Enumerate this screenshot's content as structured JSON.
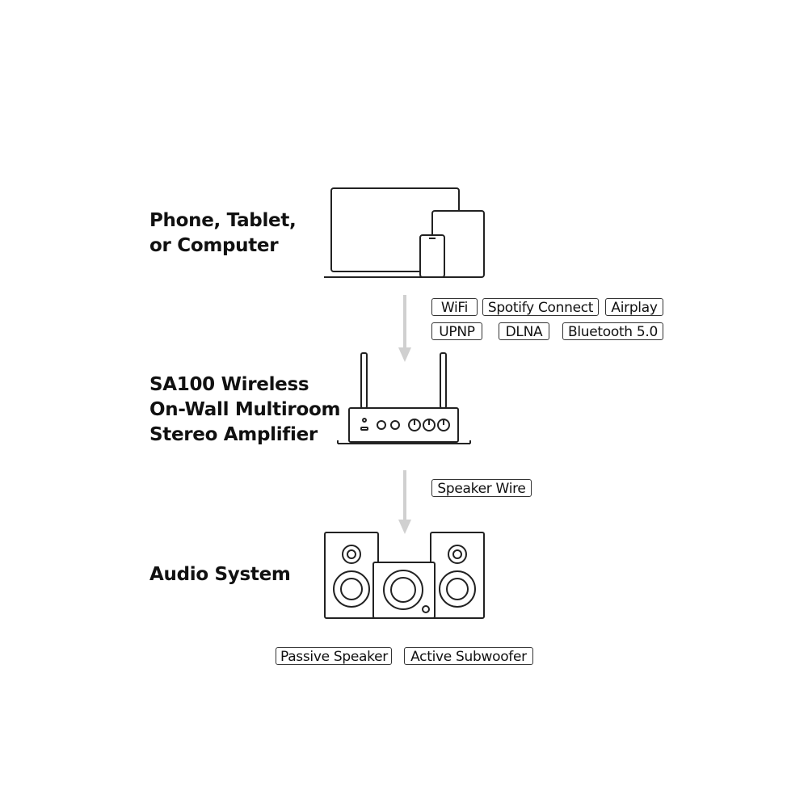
{
  "source": {
    "label_lines": [
      "Phone, Tablet,",
      "or Computer"
    ],
    "icon": "devices-icon"
  },
  "connections_top": {
    "tags": [
      "WiFi",
      "Spotify Connect",
      "Airplay",
      "UPNP",
      "DLNA",
      "Bluetooth 5.0"
    ]
  },
  "amplifier": {
    "label_lines": [
      "SA100 Wireless",
      "On-Wall Multiroom",
      "Stereo Amplifier"
    ],
    "icon": "amplifier-icon"
  },
  "connections_bottom": {
    "tags": [
      "Speaker Wire"
    ]
  },
  "audio_system": {
    "label_lines": [
      "Audio System"
    ],
    "icon": "speakers-icon",
    "tags": [
      "Passive Speaker",
      "Active Subwoofer"
    ]
  },
  "colors": {
    "line": "#222222",
    "arrow": "#d0d0d0",
    "background": "#ffffff"
  }
}
